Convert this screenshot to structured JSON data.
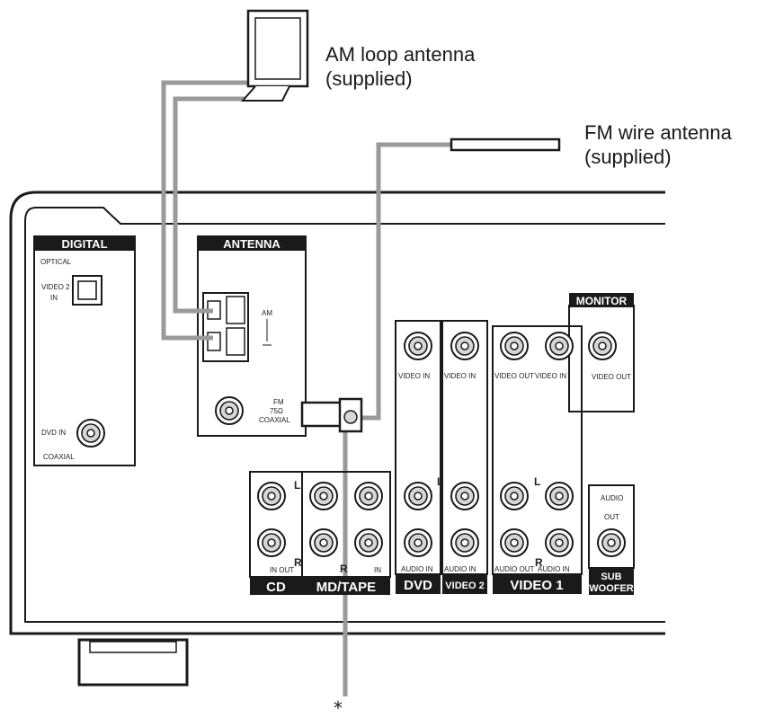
{
  "callouts": {
    "am_line1": "AM loop antenna",
    "am_line2": "(supplied)",
    "fm_line1": "FM wire antenna",
    "fm_line2": "(supplied)",
    "asterisk": "*"
  },
  "sections": {
    "digital": "DIGITAL",
    "antenna": "ANTENNA",
    "monitor": "MONITOR",
    "cd": "CD",
    "md_tape": "MD/TAPE",
    "dvd": "DVD",
    "video2": "VIDEO 2",
    "video1": "VIDEO 1",
    "sub": "SUB",
    "woofer": "WOOFER"
  },
  "labels": {
    "optical": "OPTICAL",
    "video2": "VIDEO 2",
    "in": "IN",
    "dvd_in": "DVD IN",
    "coaxial": "COAXIAL",
    "am": "AM",
    "fm": "FM",
    "ohm75": "75Ω",
    "video_in": "VIDEO IN",
    "video_out": "VIDEO OUT",
    "audio_in": "AUDIO IN",
    "audio_out": "AUDIO OUT",
    "audio": "AUDIO",
    "out": "OUT",
    "in_out": "IN OUT",
    "l": "L",
    "r": "R"
  },
  "colors": {
    "outline": "#1a1a1a",
    "header_fill": "#1a1a1a",
    "cable": "#9a9a9a",
    "connector_fill": "#d6d6d6"
  }
}
